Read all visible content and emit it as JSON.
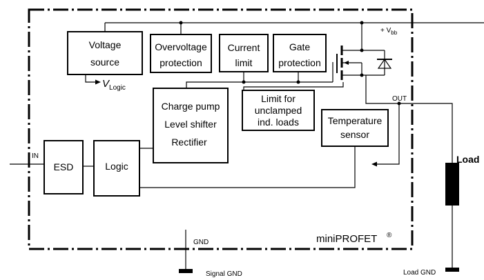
{
  "blocks": {
    "voltage_source": [
      "Voltage",
      "source"
    ],
    "overvoltage": [
      "Overvoltage",
      "protection"
    ],
    "current_limit": [
      "Current",
      "limit"
    ],
    "gate_protection": [
      "Gate",
      "protection"
    ],
    "charge_pump": [
      "Charge pump",
      "Level shifter",
      "Rectifier"
    ],
    "limit_unclamped": [
      "Limit for",
      "unclamped",
      "ind. loads"
    ],
    "temperature": [
      "Temperature",
      "sensor"
    ],
    "esd": "ESD",
    "logic": "Logic"
  },
  "labels": {
    "vlogic_main": "V",
    "vlogic_sub": "Logic",
    "vbb_prefix": "+ V",
    "vbb_sub": "bb",
    "out": "OUT",
    "in": "IN",
    "gnd": "GND",
    "signal_gnd": "Signal GND",
    "load": "Load",
    "load_gnd": "Load GND",
    "brand": "miniPROFET",
    "registered": "®"
  }
}
